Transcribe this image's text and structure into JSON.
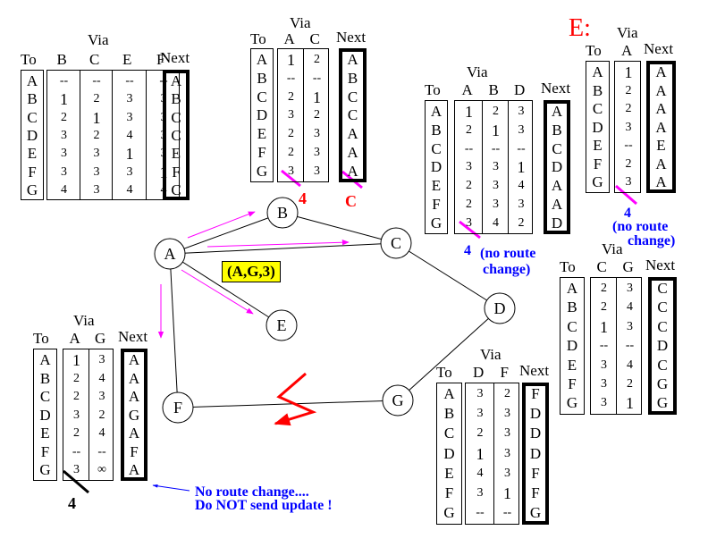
{
  "diagram": {
    "nodes": [
      "A",
      "B",
      "C",
      "D",
      "E",
      "F",
      "G"
    ],
    "edges": [
      [
        "A",
        "B"
      ],
      [
        "A",
        "C"
      ],
      [
        "A",
        "E"
      ],
      [
        "A",
        "F"
      ],
      [
        "B",
        "C"
      ],
      [
        "C",
        "D"
      ],
      [
        "D",
        "G"
      ],
      [
        "F",
        "G"
      ]
    ],
    "broken_link": [
      "F",
      "G"
    ],
    "update_message": "(A,G,3)",
    "update_arrows_from": "A",
    "update_arrows_to": [
      "B",
      "C",
      "E",
      "F"
    ],
    "colors": {
      "update_arrow": "#ff00ff",
      "broken_link": "#ff0000",
      "annotation_red": "#ff0000",
      "annotation_blue": "#0000ff",
      "message_bg": "#ffff00"
    }
  },
  "tables": {
    "A": {
      "via_label": "Via",
      "to_label": "To",
      "next_label": "Next",
      "via": [
        "B",
        "C",
        "E",
        "F"
      ],
      "rows": [
        {
          "to": "A",
          "costs": [
            "--",
            "--",
            "--",
            "--"
          ],
          "next": "A"
        },
        {
          "to": "B",
          "costs": [
            "1",
            "2",
            "3",
            "3"
          ],
          "next": "B"
        },
        {
          "to": "C",
          "costs": [
            "2",
            "1",
            "3",
            "3"
          ],
          "next": "C"
        },
        {
          "to": "D",
          "costs": [
            "3",
            "2",
            "4",
            "3"
          ],
          "next": "C"
        },
        {
          "to": "E",
          "costs": [
            "3",
            "3",
            "1",
            "3"
          ],
          "next": "E"
        },
        {
          "to": "F",
          "costs": [
            "3",
            "3",
            "3",
            "1"
          ],
          "next": "F"
        },
        {
          "to": "G",
          "costs": [
            "4",
            "3",
            "4",
            "4"
          ],
          "next": "C"
        }
      ]
    },
    "B": {
      "via_label": "Via",
      "to_label": "To",
      "next_label": "Next",
      "via": [
        "A",
        "C"
      ],
      "rows": [
        {
          "to": "A",
          "costs": [
            "1",
            "2"
          ],
          "next": "A"
        },
        {
          "to": "B",
          "costs": [
            "--",
            "--"
          ],
          "next": "B"
        },
        {
          "to": "C",
          "costs": [
            "2",
            "1"
          ],
          "next": "C"
        },
        {
          "to": "D",
          "costs": [
            "3",
            "2"
          ],
          "next": "C"
        },
        {
          "to": "E",
          "costs": [
            "2",
            "3"
          ],
          "next": "A"
        },
        {
          "to": "F",
          "costs": [
            "2",
            "3"
          ],
          "next": "A"
        },
        {
          "to": "G",
          "costs": [
            "3",
            "3"
          ],
          "next": "A"
        }
      ],
      "update": {
        "new_cost": "4",
        "new_next": "C"
      }
    },
    "C": {
      "via_label": "Via",
      "to_label": "To",
      "next_label": "Next",
      "via": [
        "A",
        "B",
        "D"
      ],
      "rows": [
        {
          "to": "A",
          "costs": [
            "1",
            "2",
            "3"
          ],
          "next": "A"
        },
        {
          "to": "B",
          "costs": [
            "2",
            "1",
            "3"
          ],
          "next": "B"
        },
        {
          "to": "C",
          "costs": [
            "--",
            "--",
            "--"
          ],
          "next": "C"
        },
        {
          "to": "D",
          "costs": [
            "3",
            "3",
            "1"
          ],
          "next": "D"
        },
        {
          "to": "E",
          "costs": [
            "2",
            "3",
            "4"
          ],
          "next": "A"
        },
        {
          "to": "F",
          "costs": [
            "2",
            "3",
            "3"
          ],
          "next": "A"
        },
        {
          "to": "G",
          "costs": [
            "3",
            "4",
            "2"
          ],
          "next": "D"
        }
      ],
      "update": {
        "new_cost": "4",
        "note": "(no route change)"
      }
    },
    "E": {
      "title": "E:",
      "via_label": "Via",
      "to_label": "To",
      "next_label": "Next",
      "via": [
        "A"
      ],
      "rows": [
        {
          "to": "A",
          "costs": [
            "1"
          ],
          "next": "A"
        },
        {
          "to": "B",
          "costs": [
            "2"
          ],
          "next": "A"
        },
        {
          "to": "C",
          "costs": [
            "2"
          ],
          "next": "A"
        },
        {
          "to": "D",
          "costs": [
            "3"
          ],
          "next": "A"
        },
        {
          "to": "E",
          "costs": [
            "--"
          ],
          "next": "E"
        },
        {
          "to": "F",
          "costs": [
            "2"
          ],
          "next": "A"
        },
        {
          "to": "G",
          "costs": [
            "3"
          ],
          "next": "A"
        }
      ],
      "update": {
        "new_cost": "4",
        "note_line1": "(no route",
        "note_line2": "change)"
      }
    },
    "D": {
      "via_label": "Via",
      "to_label": "To",
      "next_label": "Next",
      "via": [
        "C",
        "G"
      ],
      "rows": [
        {
          "to": "A",
          "costs": [
            "2",
            "3"
          ],
          "next": "C"
        },
        {
          "to": "B",
          "costs": [
            "2",
            "4"
          ],
          "next": "C"
        },
        {
          "to": "C",
          "costs": [
            "1",
            "3"
          ],
          "next": "C"
        },
        {
          "to": "D",
          "costs": [
            "--",
            "--"
          ],
          "next": "D"
        },
        {
          "to": "E",
          "costs": [
            "3",
            "4"
          ],
          "next": "C"
        },
        {
          "to": "F",
          "costs": [
            "3",
            "2"
          ],
          "next": "G"
        },
        {
          "to": "G",
          "costs": [
            "3",
            "1"
          ],
          "next": "G"
        }
      ]
    },
    "G": {
      "via_label": "Via",
      "to_label": "To",
      "next_label": "Next",
      "via": [
        "D",
        "F"
      ],
      "rows": [
        {
          "to": "A",
          "costs": [
            "3",
            "2"
          ],
          "next": "F"
        },
        {
          "to": "B",
          "costs": [
            "3",
            "3"
          ],
          "next": "D"
        },
        {
          "to": "C",
          "costs": [
            "2",
            "3"
          ],
          "next": "D"
        },
        {
          "to": "D",
          "costs": [
            "1",
            "3"
          ],
          "next": "D"
        },
        {
          "to": "E",
          "costs": [
            "4",
            "3"
          ],
          "next": "F"
        },
        {
          "to": "F",
          "costs": [
            "3",
            "1"
          ],
          "next": "F"
        },
        {
          "to": "G",
          "costs": [
            "--",
            "--"
          ],
          "next": "G"
        }
      ]
    },
    "F": {
      "via_label": "Via",
      "to_label": "To",
      "next_label": "Next",
      "via": [
        "A",
        "G"
      ],
      "rows": [
        {
          "to": "A",
          "costs": [
            "1",
            "3"
          ],
          "next": "A"
        },
        {
          "to": "B",
          "costs": [
            "2",
            "4"
          ],
          "next": "A"
        },
        {
          "to": "C",
          "costs": [
            "2",
            "3"
          ],
          "next": "A"
        },
        {
          "to": "D",
          "costs": [
            "3",
            "2"
          ],
          "next": "G"
        },
        {
          "to": "E",
          "costs": [
            "2",
            "4"
          ],
          "next": "A"
        },
        {
          "to": "F",
          "costs": [
            "--",
            "--"
          ],
          "next": "F"
        },
        {
          "to": "G",
          "costs": [
            "3",
            "∞"
          ],
          "next": "A"
        }
      ],
      "update": {
        "new_cost": "4"
      },
      "note_line1": "No route change....",
      "note_line2": "Do NOT send update !"
    }
  }
}
